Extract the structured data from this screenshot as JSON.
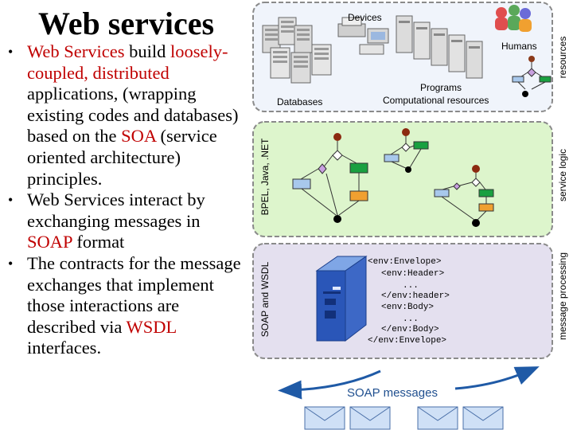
{
  "slide": {
    "title": "Web services",
    "bullets": [
      {
        "segments": [
          {
            "text": "Web Services",
            "highlight": true
          },
          {
            "text": " build ",
            "highlight": false
          },
          {
            "text": "loosely-coupled, distributed",
            "highlight": true
          },
          {
            "text": " applications, (wrapping existing codes and databases) based on the ",
            "highlight": false
          },
          {
            "text": "SOA",
            "highlight": true
          },
          {
            "text": " (service oriented architecture) principles.",
            "highlight": false
          }
        ]
      },
      {
        "segments": [
          {
            "text": "Web Services interact by exchanging messages in ",
            "highlight": false
          },
          {
            "text": "SOAP",
            "highlight": true
          },
          {
            "text": " format",
            "highlight": false
          }
        ]
      },
      {
        "segments": [
          {
            "text": "The contracts for the message exchanges that implement those interactions are described via ",
            "highlight": false
          },
          {
            "text": "WSDL",
            "highlight": true
          },
          {
            "text": " interfaces.",
            "highlight": false
          }
        ]
      }
    ],
    "colors": {
      "highlight": "#c00000",
      "resources_bg": "#f0f4fb",
      "logic_bg": "#ddf5cc",
      "processing_bg": "#e4e0ef"
    }
  },
  "diagram": {
    "resources": {
      "side_label": "resources",
      "devices": "Devices",
      "humans": "Humans",
      "programs": "Programs",
      "databases": "Databases",
      "computational": "Computational resources"
    },
    "logic": {
      "side_label": "service logic",
      "inner_label": "BPEL, Java, .NET"
    },
    "processing": {
      "side_label": "message processing",
      "inner_label": "SOAP and WSDL",
      "code_lines": [
        "<env:Envelope>",
        "<env:Header>",
        "...",
        "</env:header>",
        "<env:Body>",
        "...",
        "</env:Body>",
        "</env:Envelope>"
      ]
    },
    "messages_label": "SOAP messages"
  }
}
